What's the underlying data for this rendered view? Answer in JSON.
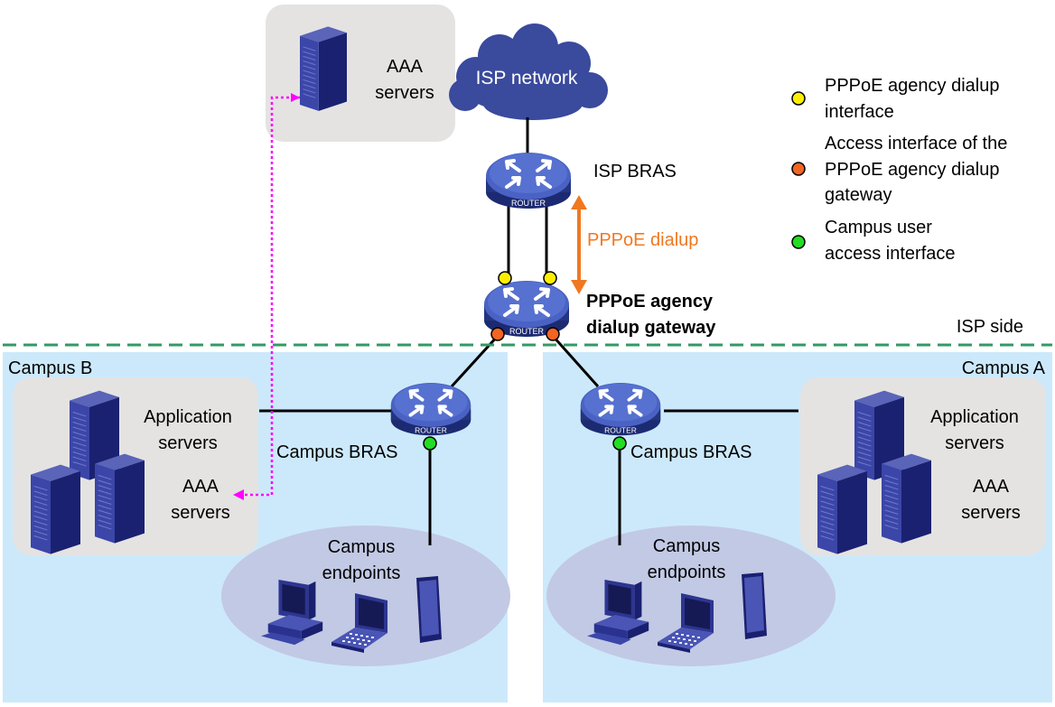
{
  "isp": {
    "aaa_servers": [
      "AAA",
      "servers"
    ],
    "cloud_label": "ISP network",
    "bras_label": "ISP BRAS",
    "dialup_label": "PPPoE dialup",
    "gateway_label": [
      "PPPoE agency",
      "dialup gateway"
    ],
    "side_label": "ISP side"
  },
  "legend": {
    "items": [
      {
        "lines": [
          "PPPoE agency dialup",
          "interface"
        ],
        "color": "#ffee00"
      },
      {
        "lines": [
          "Access interface of the",
          "PPPoE agency dialup",
          "gateway"
        ],
        "color": "#f26522"
      },
      {
        "lines": [
          "Campus user",
          "access interface"
        ],
        "color": "#22dd22"
      }
    ]
  },
  "campus_b": {
    "title": "Campus B",
    "app_servers": [
      "Application",
      "servers"
    ],
    "aaa_servers": [
      "AAA",
      "servers"
    ],
    "bras_label": "Campus BRAS",
    "endpoints": [
      "Campus",
      "endpoints"
    ]
  },
  "campus_a": {
    "title": "Campus A",
    "app_servers": [
      "Application",
      "servers"
    ],
    "aaa_servers": [
      "AAA",
      "servers"
    ],
    "bras_label": "Campus BRAS",
    "endpoints": [
      "Campus",
      "endpoints"
    ]
  },
  "router_caption": "ROUTER",
  "colors": {
    "campus_bg": "#cce9fb",
    "server_box": "#e4e3e2",
    "endpoint_oval": "#c2c9e4",
    "cloud": "#3a4a9c",
    "router": "#3f55b3",
    "server": "#2b3590",
    "isp_divider": "#339966",
    "dialup_arrow": "#f07820",
    "aaa_link": "#ff00ff"
  }
}
